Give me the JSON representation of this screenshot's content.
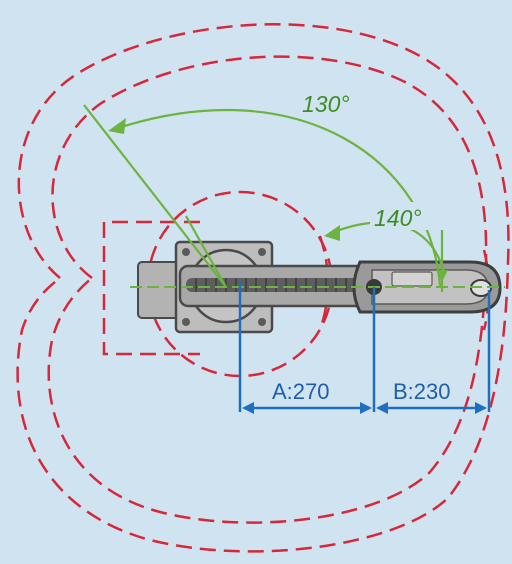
{
  "diagram": {
    "angle_outer_label": "130°",
    "angle_inner_label": "140°",
    "dim_a_label": "A:270",
    "dim_b_label": "B:230"
  },
  "colors": {
    "background": "#cfe3f1",
    "boundary": "#d6283a",
    "angle": "#6cb33f",
    "dimension": "#1f6fc0",
    "arm_dark": "#4a4a4a",
    "arm_mid": "#8c8c8c",
    "arm_light": "#b9b9b9"
  }
}
